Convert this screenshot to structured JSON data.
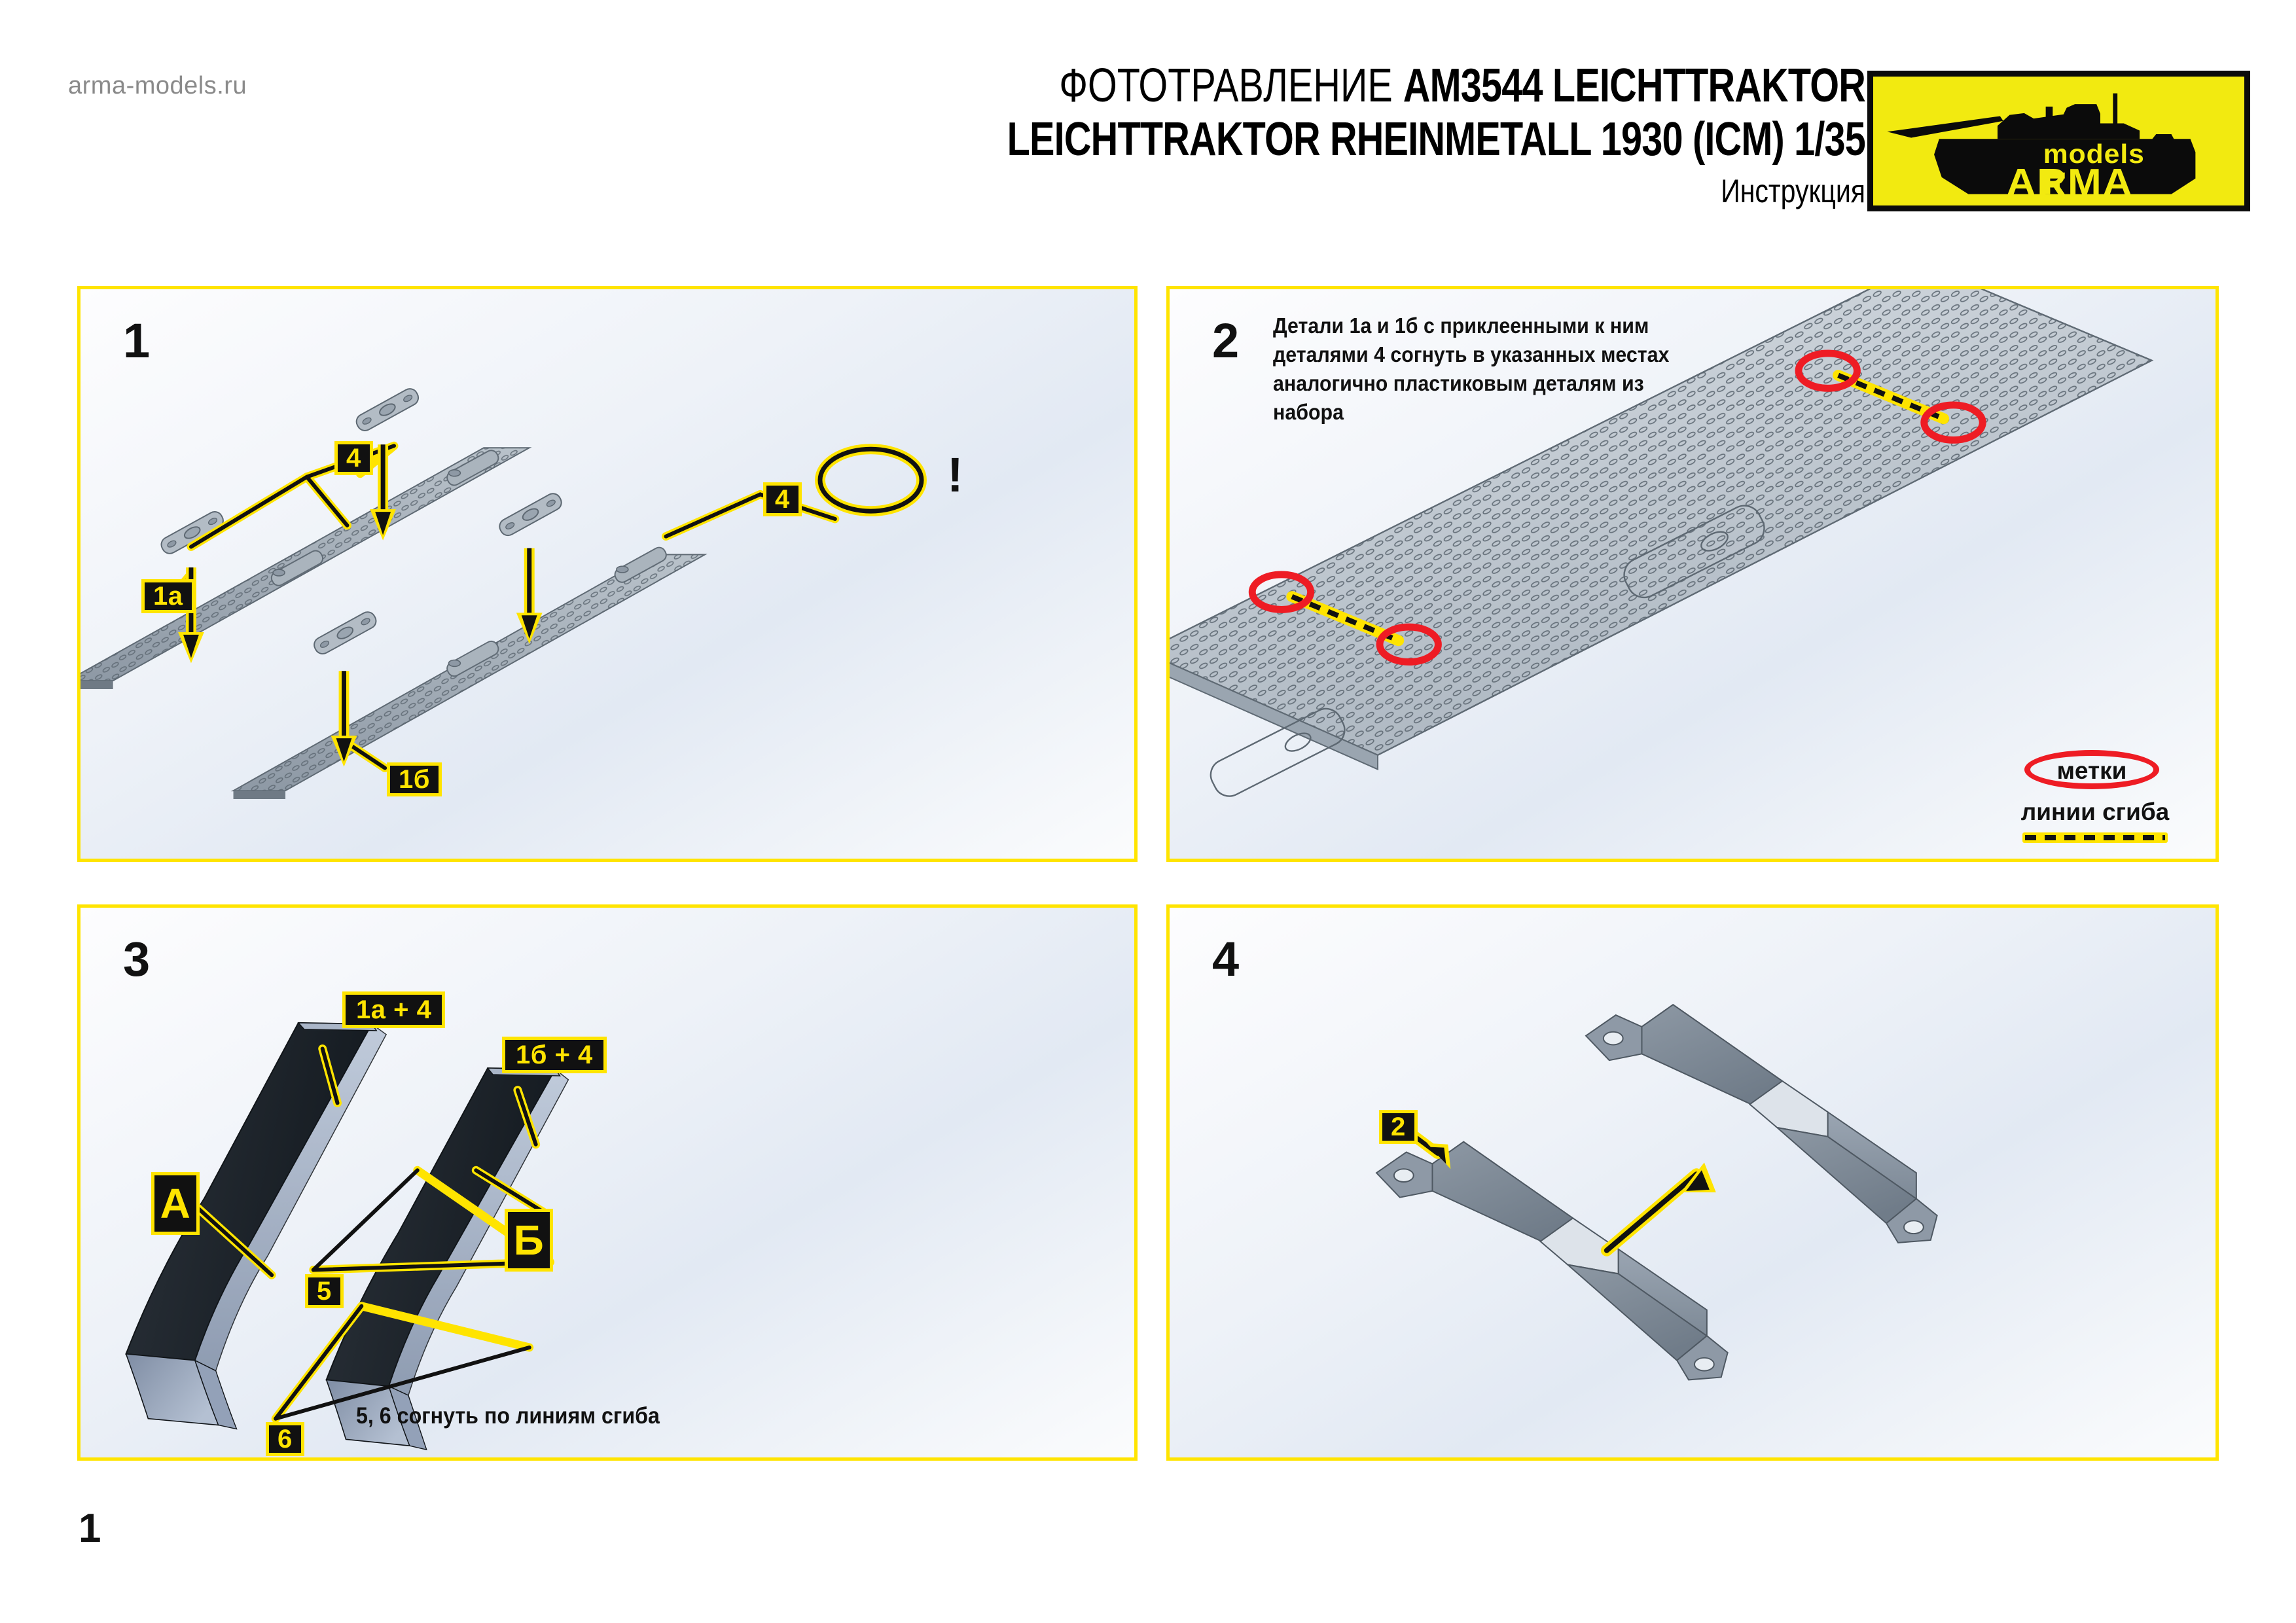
{
  "header": {
    "site_url": "arma-models.ru",
    "title_line1_thin": "ФОТОТРАВЛЕНИЕ ",
    "title_line1_bold": "AM3544 LEICHTTRAKTOR",
    "title_line2": "LEICHTTRAKTOR RHEINMETALL 1930 (ICM) 1/35",
    "title_line3": "Инструкция",
    "logo_word_models": "models",
    "logo_word_arma": "ARMA",
    "brand_yellow": "#F2EA10",
    "brand_black": "#0B0B0B"
  },
  "panels": [
    {
      "number": "1",
      "tags": [
        {
          "id": "t1-4a",
          "label": "4"
        },
        {
          "id": "t1-4b",
          "label": "4"
        },
        {
          "id": "t1-1a",
          "label": "1а"
        },
        {
          "id": "t1-1b",
          "label": "1б"
        }
      ],
      "warning_glyph": "!"
    },
    {
      "number": "2",
      "instruction": "Детали 1а и 1б с приклеенными к ним деталями 4 согнуть в указанных местах аналогично пластиковым деталям из набора",
      "legend": {
        "marks_label": "метки",
        "marks_color": "#EE1C24",
        "fold_label": "линии сгиба",
        "fold_color": "#FFE400"
      }
    },
    {
      "number": "3",
      "tags": [
        {
          "id": "t3-1a4",
          "label": "1а + 4"
        },
        {
          "id": "t3-1b4",
          "label": "1б + 4"
        },
        {
          "id": "t3-A",
          "label": "А"
        },
        {
          "id": "t3-B",
          "label": "Б"
        },
        {
          "id": "t3-5",
          "label": "5"
        },
        {
          "id": "t3-6",
          "label": "6"
        }
      ],
      "caption": "5, 6 согнуть по линиям сгиба"
    },
    {
      "number": "4",
      "tags": [
        {
          "id": "t4-2",
          "label": "2"
        }
      ]
    }
  ],
  "footer": {
    "page_number": "1"
  },
  "colors": {
    "panel_border": "#FFE400",
    "tag_bg": "#111111",
    "tag_text": "#FFE400",
    "metal_light": "#c9d0d8",
    "metal_dark": "#8e99a5",
    "fender_dark": "#1d2329",
    "fender_light": "#9aa9c0",
    "red_marker": "#EE1C24"
  }
}
